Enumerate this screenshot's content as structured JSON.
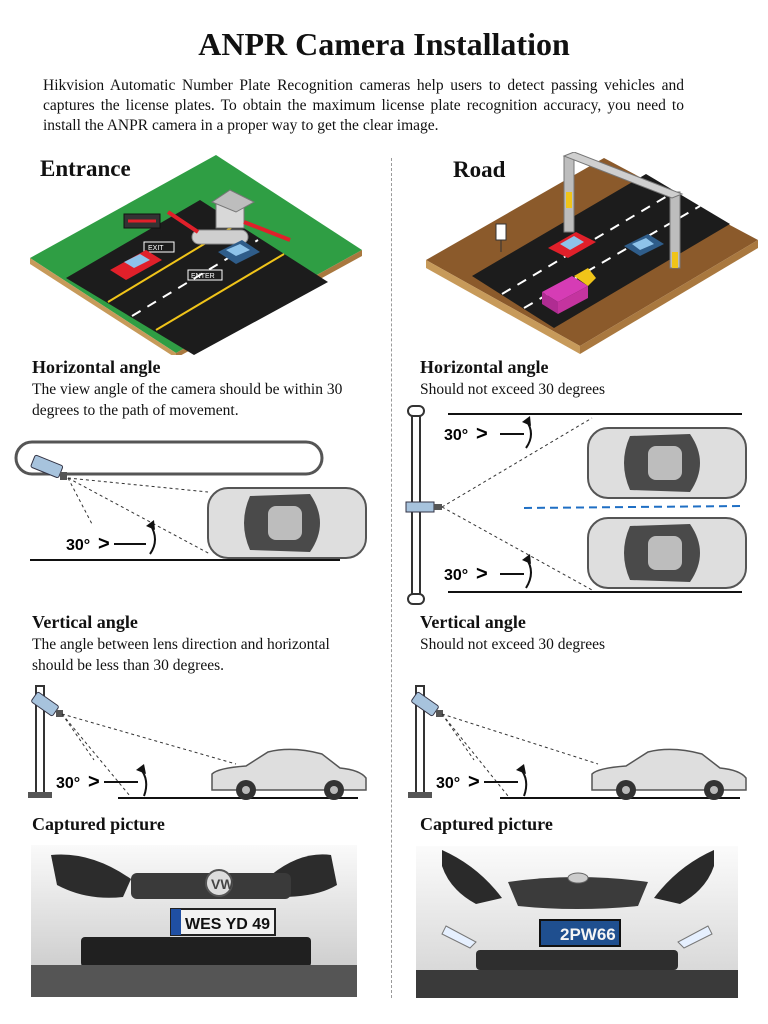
{
  "title": "ANPR Camera Installation",
  "intro": "Hikvision Automatic Number Plate Recognition cameras help users to detect passing vehicles and captures the license plates. To obtain the maximum license plate recognition accuracy, you need to install the ANPR camera in a proper way to get the clear image.",
  "entrance": {
    "heading": "Entrance",
    "scene_labels": {
      "exit": "EXIT",
      "enter": "ENTER"
    },
    "horizontal": {
      "title": "Horizontal angle",
      "text": "The view angle of the camera should be within 30 degrees to the path of movement.",
      "angle_label": "30°"
    },
    "vertical": {
      "title": "Vertical angle",
      "text": "The angle between lens direction and horizontal should be less than 30 degrees.",
      "angle_label": "30°"
    },
    "captured": {
      "title": "Captured picture",
      "plate": "WES YD 49"
    }
  },
  "road": {
    "heading": "Road",
    "horizontal": {
      "title": "Horizontal angle",
      "text": "Should not exceed 30 degrees",
      "angle_label_top": "30°",
      "angle_label_bottom": "30°"
    },
    "vertical": {
      "title": "Vertical angle",
      "text": "Should not exceed 30 degrees",
      "angle_label": "30°"
    },
    "captured": {
      "title": "Captured picture",
      "plate": "2PW66"
    }
  },
  "colors": {
    "grass": "#2f9e44",
    "dirt": "#8b5a2b",
    "asphalt": "#1c1c1c",
    "car_red": "#e0202a",
    "car_blue": "#2f5d8a",
    "truck_pink": "#d63cb5",
    "lane_blue": "#1f6fc4"
  }
}
